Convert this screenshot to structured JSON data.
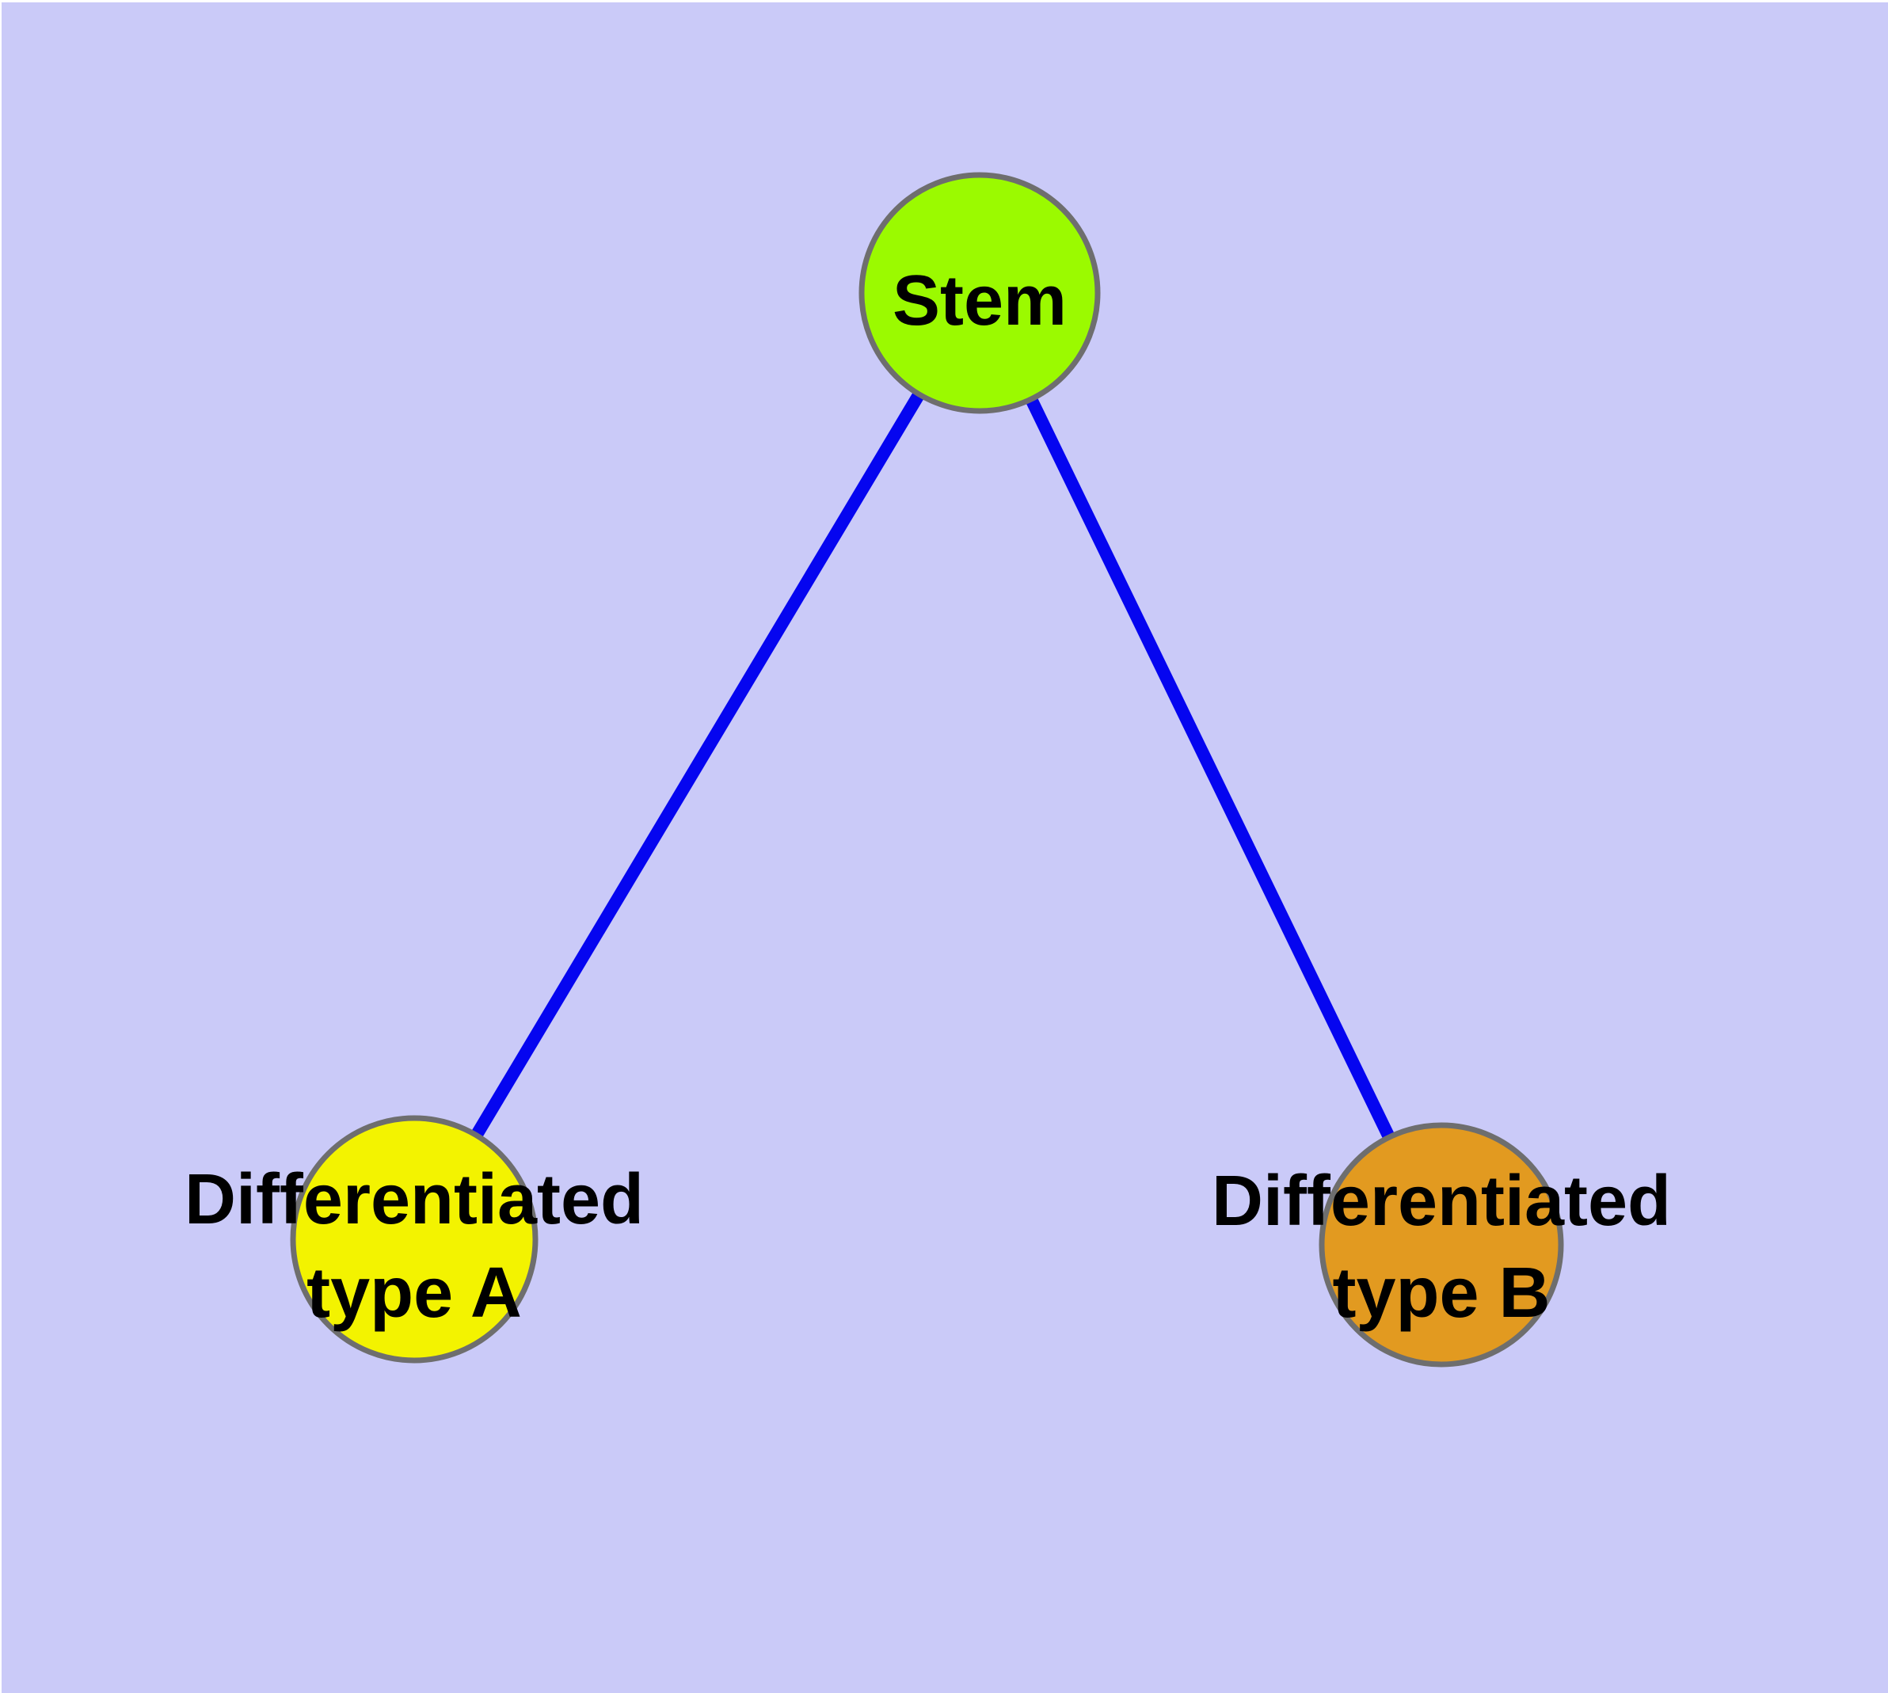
{
  "diagram": {
    "type": "graph",
    "background_color": "#cacaf8",
    "margin_color": "#ffffff",
    "edge_color": "#0505f0",
    "node_border_color": "#6e6e6e",
    "label_color": "#000000",
    "nodes": [
      {
        "id": "stem",
        "label": "Stem",
        "fill": "#9bfa00"
      },
      {
        "id": "differentiated-type-a",
        "label": "Differentiated type A",
        "line1": "Differentiated",
        "line2": "type A",
        "fill": "#f3f300"
      },
      {
        "id": "differentiated-type-b",
        "label": "Differentiated type B",
        "line1": "Differentiated",
        "line2": "type B",
        "fill": "#e29a20"
      }
    ],
    "edges": [
      {
        "from": "stem",
        "to": "differentiated-type-a"
      },
      {
        "from": "stem",
        "to": "differentiated-type-b"
      }
    ]
  }
}
